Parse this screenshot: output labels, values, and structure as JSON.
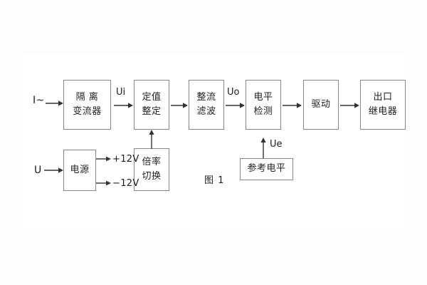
{
  "figure": {
    "caption": "图 1",
    "background_color": "#fdfdfd",
    "panel_color": "#ffffff",
    "line_color": "#888888",
    "text_color": "#222222"
  },
  "inputs": [
    {
      "name": "current-input",
      "label": "I~"
    },
    {
      "name": "voltage-input",
      "label": "U"
    }
  ],
  "blocks": [
    {
      "name": "isolation-transformer",
      "lines": [
        "隔 离",
        "变流器"
      ]
    },
    {
      "name": "setting-value",
      "lines": [
        "定值",
        "整定"
      ]
    },
    {
      "name": "rectifier-filter",
      "lines": [
        "整流",
        "滤波"
      ]
    },
    {
      "name": "level-detection",
      "lines": [
        "电平",
        "检测"
      ]
    },
    {
      "name": "driver",
      "lines": [
        "驱动"
      ]
    },
    {
      "name": "output-relay",
      "lines": [
        "出口",
        "继电器"
      ]
    },
    {
      "name": "power-supply",
      "lines": [
        "电源"
      ]
    },
    {
      "name": "multiplier-switch",
      "lines": [
        "倍率",
        "切换"
      ]
    },
    {
      "name": "reference-level",
      "lines": [
        "参考电平"
      ]
    }
  ],
  "signals": [
    {
      "name": "signal-ui",
      "label": "Ui"
    },
    {
      "name": "signal-uo",
      "label": "Uo"
    },
    {
      "name": "signal-ue",
      "label": "Ue"
    }
  ],
  "power_rails": [
    {
      "name": "rail-positive-12v",
      "label": "+12V"
    },
    {
      "name": "rail-negative-12v",
      "label": "−12V"
    }
  ]
}
